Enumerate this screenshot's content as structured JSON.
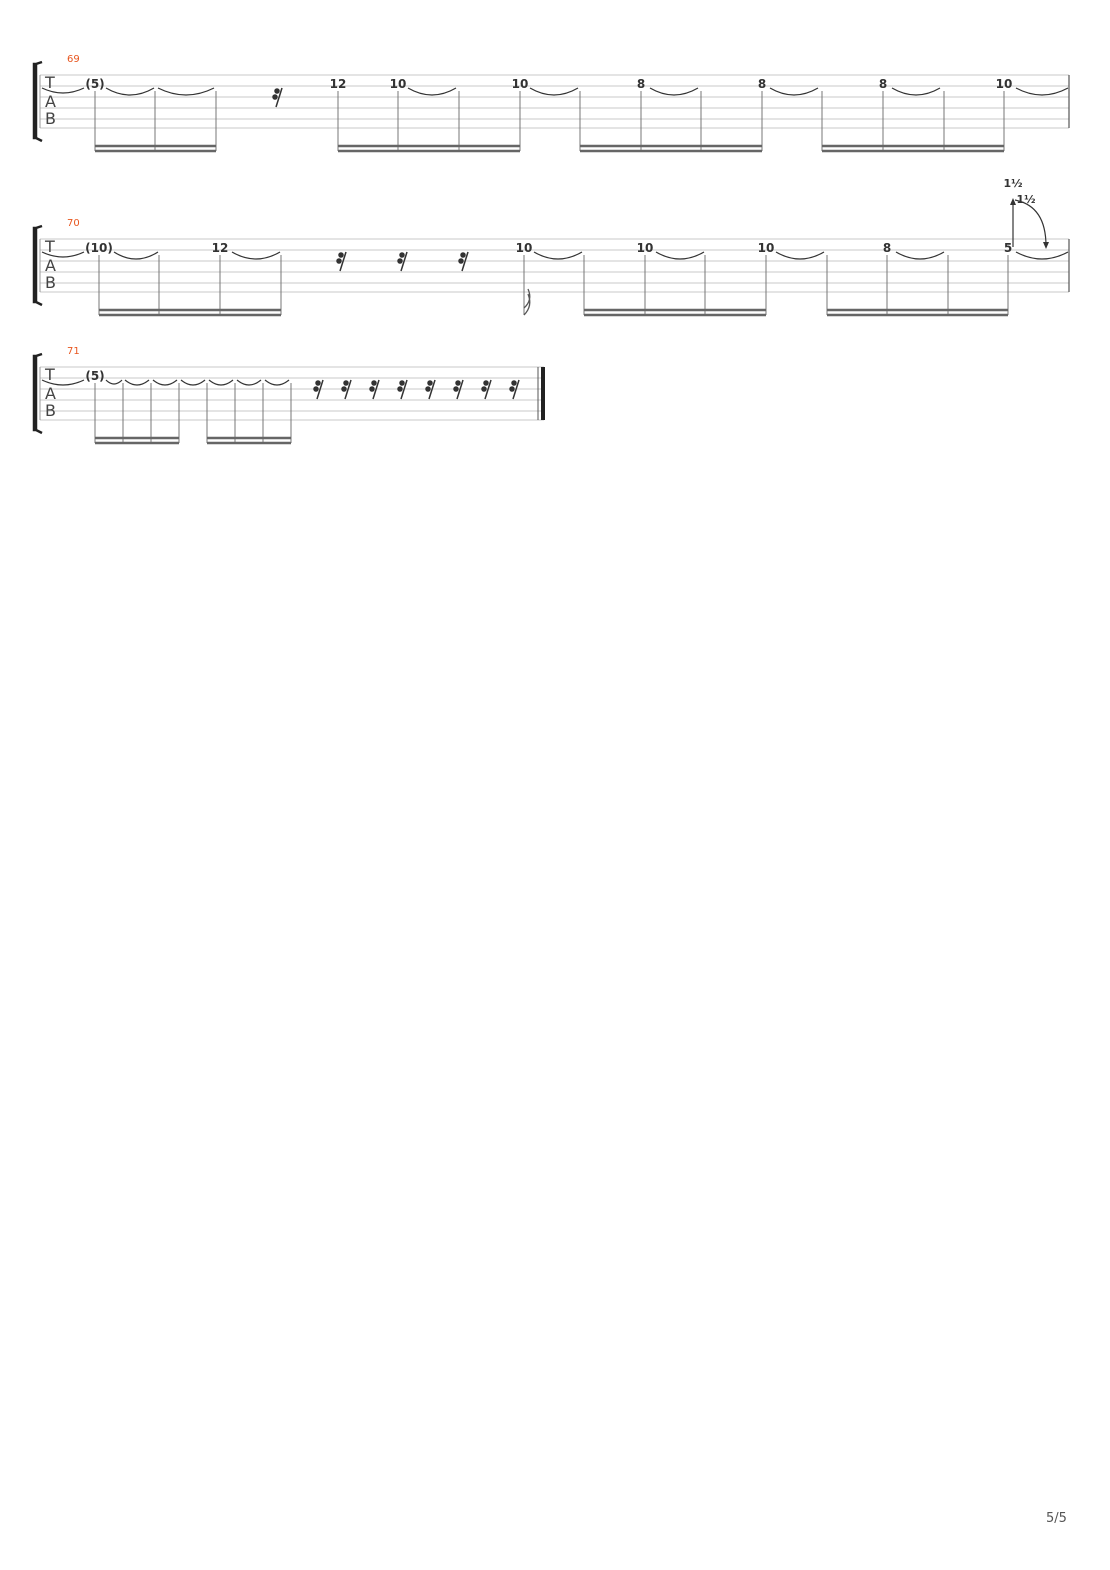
{
  "page": {
    "number": "5/5"
  },
  "tab_clef": [
    "T",
    "A",
    "B"
  ],
  "colors": {
    "measure_number": "#e8561f",
    "ink": "#333333",
    "staff_line": "#c8c8c8"
  },
  "systems": [
    {
      "measure": "69",
      "notes": [
        "(5)",
        "12",
        "10",
        "10",
        "8",
        "8",
        "8",
        "10"
      ],
      "rests": 1,
      "bends": []
    },
    {
      "measure": "70",
      "notes": [
        "(10)",
        "12",
        "10",
        "10",
        "10",
        "8",
        "5"
      ],
      "rests": 3,
      "bends": [
        "1½",
        "1½"
      ]
    },
    {
      "measure": "71",
      "notes": [
        "(5)"
      ],
      "rests": 8,
      "bends": []
    }
  ]
}
